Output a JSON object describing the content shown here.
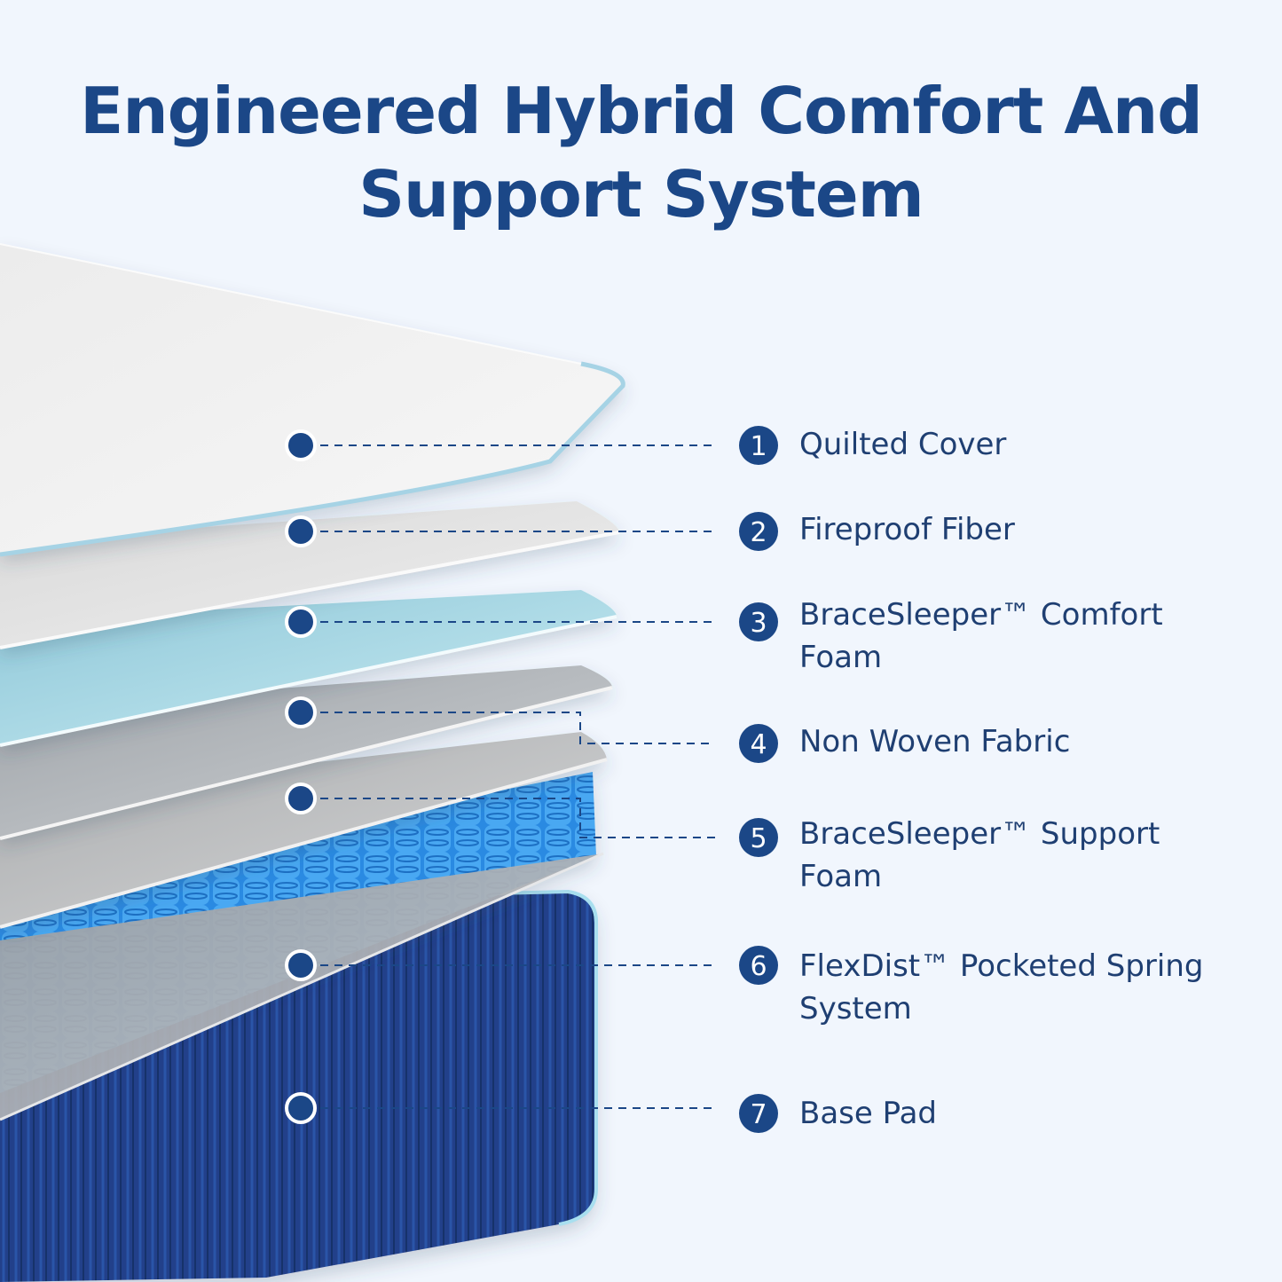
{
  "title": "Engineered Hybrid Comfort And Support System",
  "layers": [
    {
      "number": "1",
      "name": "Quilted Cover"
    },
    {
      "number": "2",
      "name": "Fireproof Fiber"
    },
    {
      "number": "3",
      "name": "BraceSleeper™ Comfort Foam"
    },
    {
      "number": "4",
      "name": "Non Woven Fabric"
    },
    {
      "number": "5",
      "name": "BraceSleeper™ Support Foam"
    },
    {
      "number": "6",
      "name": "FlexDist™ Pocketed Spring System"
    },
    {
      "number": "7",
      "name": "Base Pad"
    }
  ],
  "colors": {
    "background": "#f1f6fd",
    "title": "#1b4787",
    "marker": "#1b4787",
    "label_text": "#1f3f72",
    "spring_blue": "#2f8fe6",
    "base_navy": "#1f3a7c"
  }
}
